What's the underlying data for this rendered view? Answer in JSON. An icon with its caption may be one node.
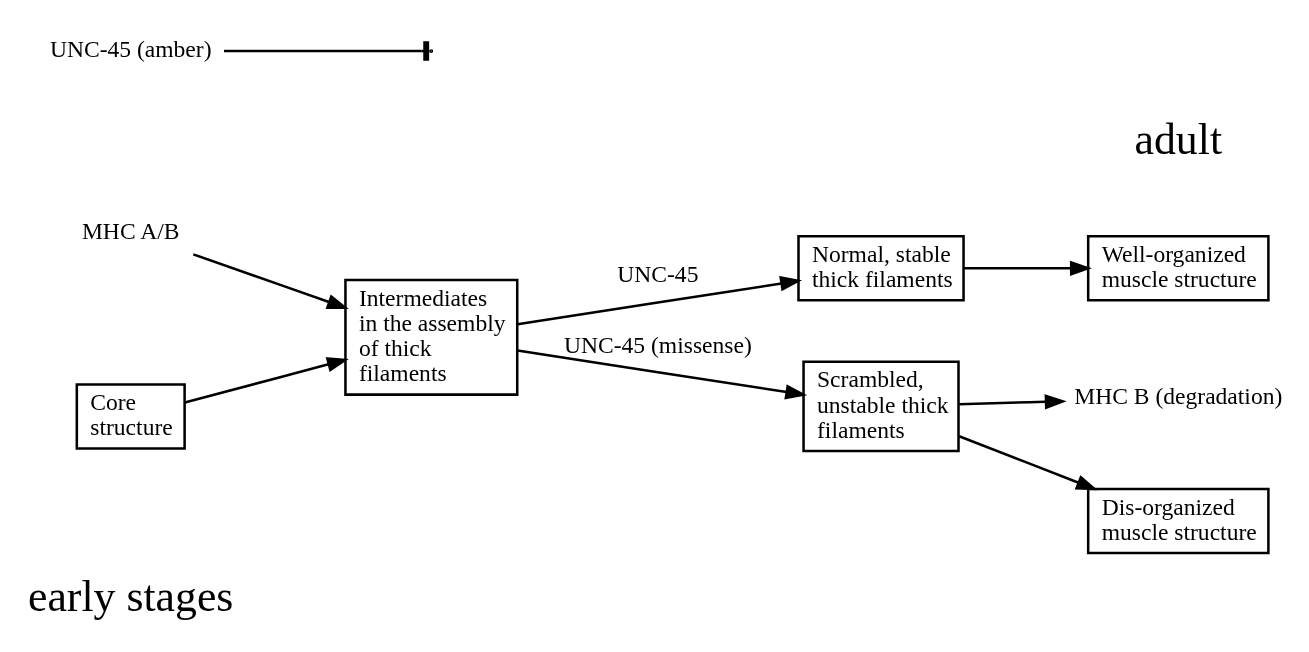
{
  "diagram": {
    "nodes": [
      {
        "text": [
          "Core structure"
        ]
      },
      {
        "text": [
          "Intermediates in the assembly of thick filaments"
        ]
      },
      {
        "text": [
          "Normal, stable thick filaments"
        ]
      },
      {
        "text": [
          "Well-organized muscle structure"
        ]
      },
      {
        "text": [
          "Scrambled, unstable thick filaments"
        ]
      },
      {
        "text": [
          "Dis-organized muscle structure"
        ]
      },
      {
        "text": [
          "MHC A/B"
        ]
      },
      {
        "text": [
          "UNC-45 (amber)"
        ]
      },
      {
        "text": [
          "MHC B (degradation)"
        ]
      }
    ],
    "edges": [
      {
        "from": 0,
        "to": 1,
        "arrow": "to"
      },
      {
        "from": 6,
        "to": 1,
        "arrow": "to"
      },
      {
        "from": 7,
        "to": null,
        "arrow": "other"
      },
      {
        "from": 1,
        "to": 2,
        "arrow": "to",
        "label": "UNC-45"
      },
      {
        "from": 1,
        "to": 4,
        "arrow": "to",
        "label": "UNC-45 (missense)"
      },
      {
        "from": 2,
        "to": 3,
        "arrow": "to"
      },
      {
        "from": 4,
        "to": 5,
        "arrow": "to"
      },
      {
        "from": 4,
        "to": 8,
        "arrow": "to"
      }
    ],
    "labels": [
      "early stages",
      "adult"
    ]
  }
}
